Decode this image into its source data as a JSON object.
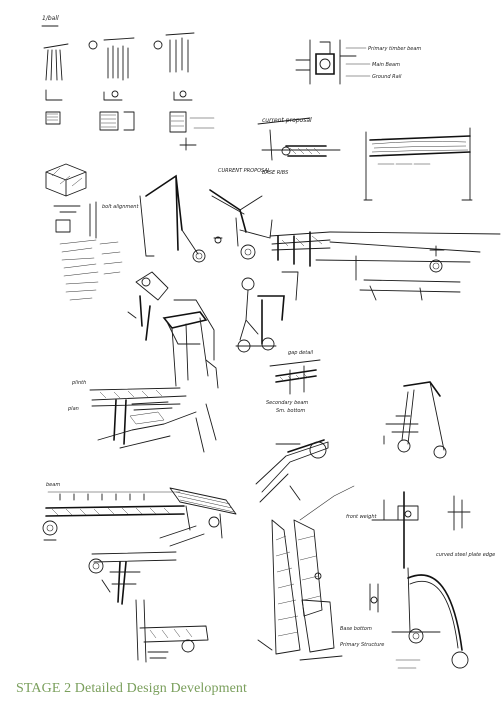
{
  "caption": "STAGE 2 Detailed Design Development",
  "colors": {
    "caption": "#7a9f5c",
    "ink": "#1c1c1c",
    "paper": "#ffffff"
  },
  "notes": {
    "n1": "1/ball",
    "n2": "Primary timber beam",
    "n3": "Main Beam",
    "n4": "Ground Rail",
    "n5": "current proposal",
    "n6": "CURRENT PROPOSAL",
    "n7": "BASE RIBS",
    "n8": "bolt alignment",
    "n9": "gap detail",
    "n10": "Secondary beam",
    "n11": "Sm. bottom",
    "n12": "plinth",
    "n13": "plan",
    "n14": "beam",
    "n15": "front weight",
    "n16": "Base bottom",
    "n17": "Primary Structure",
    "n18": "curved steel plate edge"
  }
}
